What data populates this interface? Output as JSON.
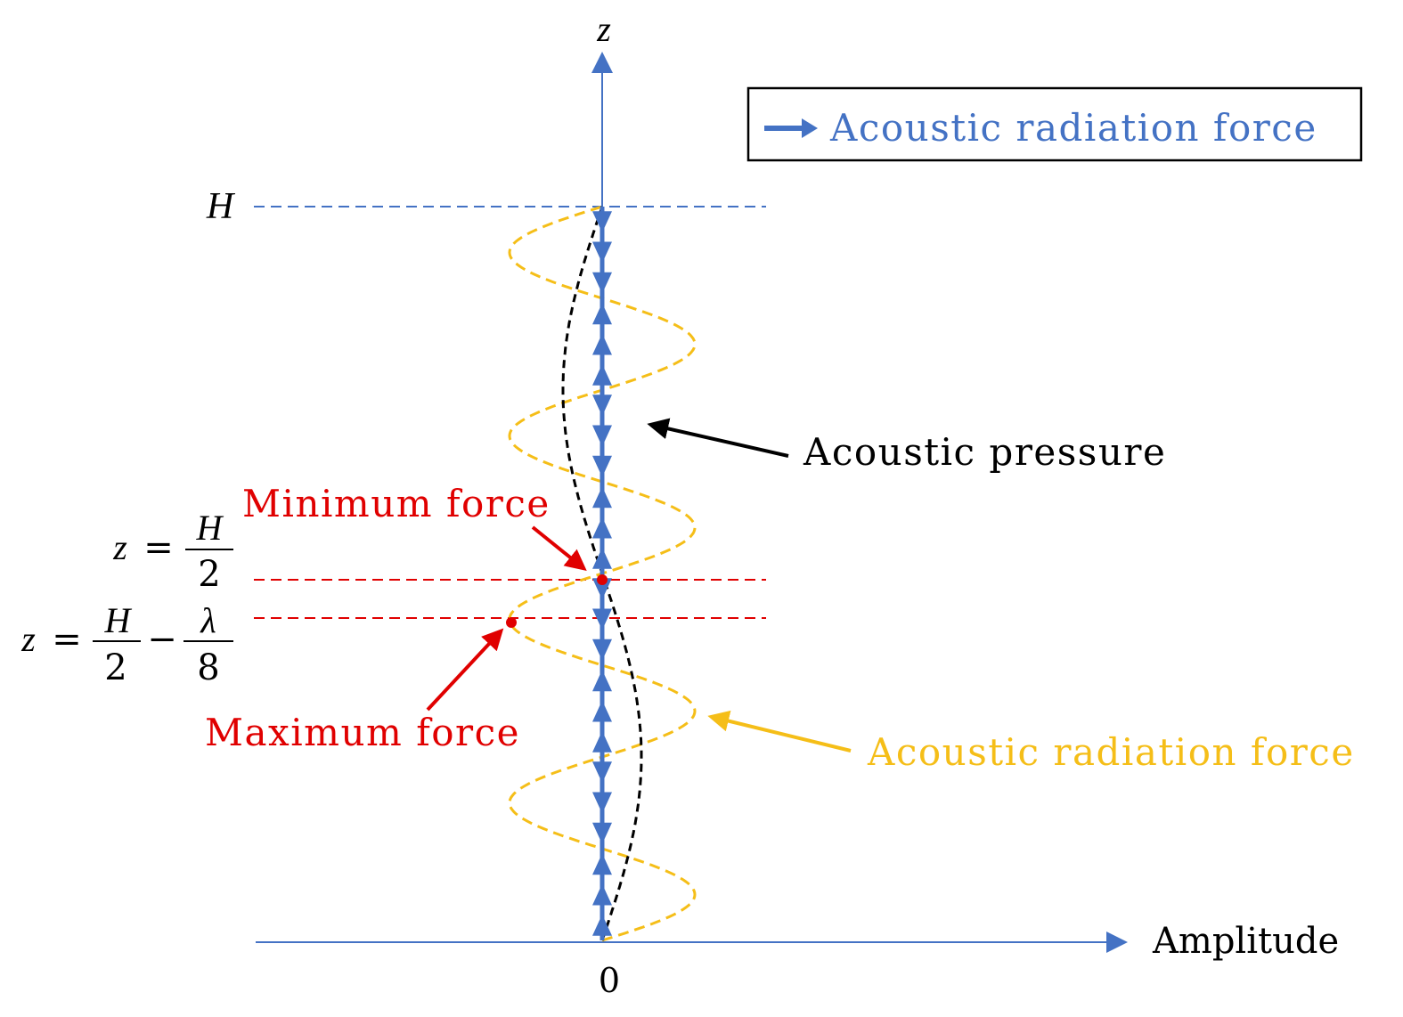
{
  "axes": {
    "z_label": "z",
    "x_label": "Amplitude",
    "origin_label": "0",
    "top_label": "H"
  },
  "legend": {
    "text": "Acoustic radiation force"
  },
  "annotations": {
    "pressure": "Acoustic pressure",
    "radiation_force": "Acoustic radiation force",
    "min_force": "Minimum force",
    "max_force": "Maximum force"
  },
  "equations": {
    "mid": {
      "lhs": "z",
      "eq": "=",
      "num": "H",
      "den": "2"
    },
    "shifted": {
      "lhs": "z",
      "eq": "=",
      "num1": "H",
      "den1": "2",
      "minus": "−",
      "num2": "λ",
      "den2": "8"
    }
  },
  "colors": {
    "axis_blue": "#4472C4",
    "force_yellow": "#F5BE18",
    "marker_red": "#E00000",
    "pressure_black": "#000000"
  }
}
